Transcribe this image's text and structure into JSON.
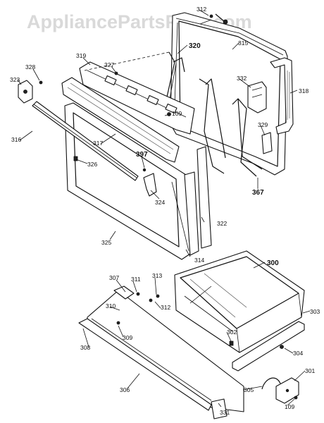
{
  "watermark": "AppliancePartsPros.com",
  "part_labels": {
    "p300": "300",
    "p301": "301",
    "p302": "302",
    "p303": "303",
    "p304": "304",
    "p305": "305",
    "p306": "306",
    "p307": "307",
    "p308": "308",
    "p309": "309",
    "p310": "310",
    "p311": "311",
    "p312": "312",
    "p312b": "312",
    "p313": "313",
    "p314": "314",
    "p315": "315",
    "p316": "316",
    "p317": "317",
    "p318": "318",
    "p319": "319",
    "p320": "320",
    "p322": "322",
    "p323": "323",
    "p324": "324",
    "p325": "325",
    "p326": "326",
    "p327": "327",
    "p328": "328",
    "p329": "329",
    "p331": "331",
    "p332": "332",
    "p367": "367",
    "p397": "397",
    "p109a": "109",
    "p109b": "109"
  }
}
